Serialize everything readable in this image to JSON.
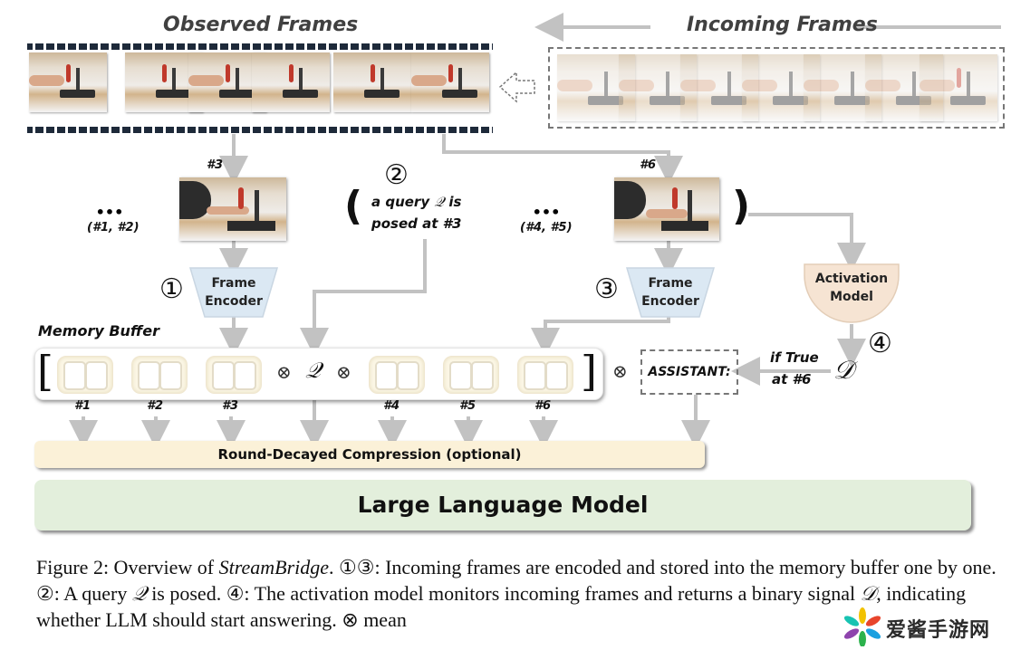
{
  "diagram": {
    "observed_title": "Observed Frames",
    "incoming_title": "Incoming Frames",
    "frame_labels": {
      "f3": "#3",
      "f6": "#6",
      "prev_dots": "•••",
      "prev_group": "(#1, #2)",
      "mid_dots": "•••",
      "mid_group": "(#4, #5)"
    },
    "query": {
      "step": "②",
      "line1_pre": "a query ",
      "symbol": "𝒬",
      "line1_post": " is",
      "line2": "posed at #3",
      "open_paren": "(",
      "close_paren": ")"
    },
    "encoder_left": {
      "step": "①",
      "line1": "Frame",
      "line2": "Encoder"
    },
    "encoder_right": {
      "step": "③",
      "line1": "Frame",
      "line2": "Encoder"
    },
    "activation_model": {
      "line1": "Activation",
      "line2": "Model",
      "step": "④"
    },
    "signal_symbol": "𝒟",
    "signal_condition": {
      "line1": "if True",
      "line2": "at #6"
    },
    "memory_buffer": {
      "title": "Memory Buffer",
      "open_bracket": "[",
      "close_bracket": "]",
      "otimes": "⊗",
      "query_symbol": "𝒬",
      "token_labels": [
        "#1",
        "#2",
        "#3",
        "#4",
        "#5",
        "#6"
      ]
    },
    "assistant_label": "ASSISTANT:",
    "compression_label": "Round-Decayed Compression (optional)",
    "llm_label": "Large Language Model",
    "colors": {
      "encoder_fill": "#dbe8f3",
      "activation_fill": "#f6e4d3",
      "compression_fill": "#fbf1d8",
      "llm_fill": "#e3efdc",
      "token_fill": "#fbf6e5",
      "arrow_gray": "#c2c2c2"
    }
  },
  "caption": {
    "prefix": "Figure 2: Overview of ",
    "name": "StreamBridge",
    "part1": ". ①③: Incoming frames are encoded and stored into the memory buffer one by one. ②: A query ",
    "q": "𝒬",
    "part2": " is posed. ④: The activation model monitors incoming frames and returns a binary signal ",
    "d": "𝒟",
    "part3": ", indicating whether LLM should start answering. ⊗ mean"
  },
  "watermark": {
    "text": "爱酱手游网"
  }
}
